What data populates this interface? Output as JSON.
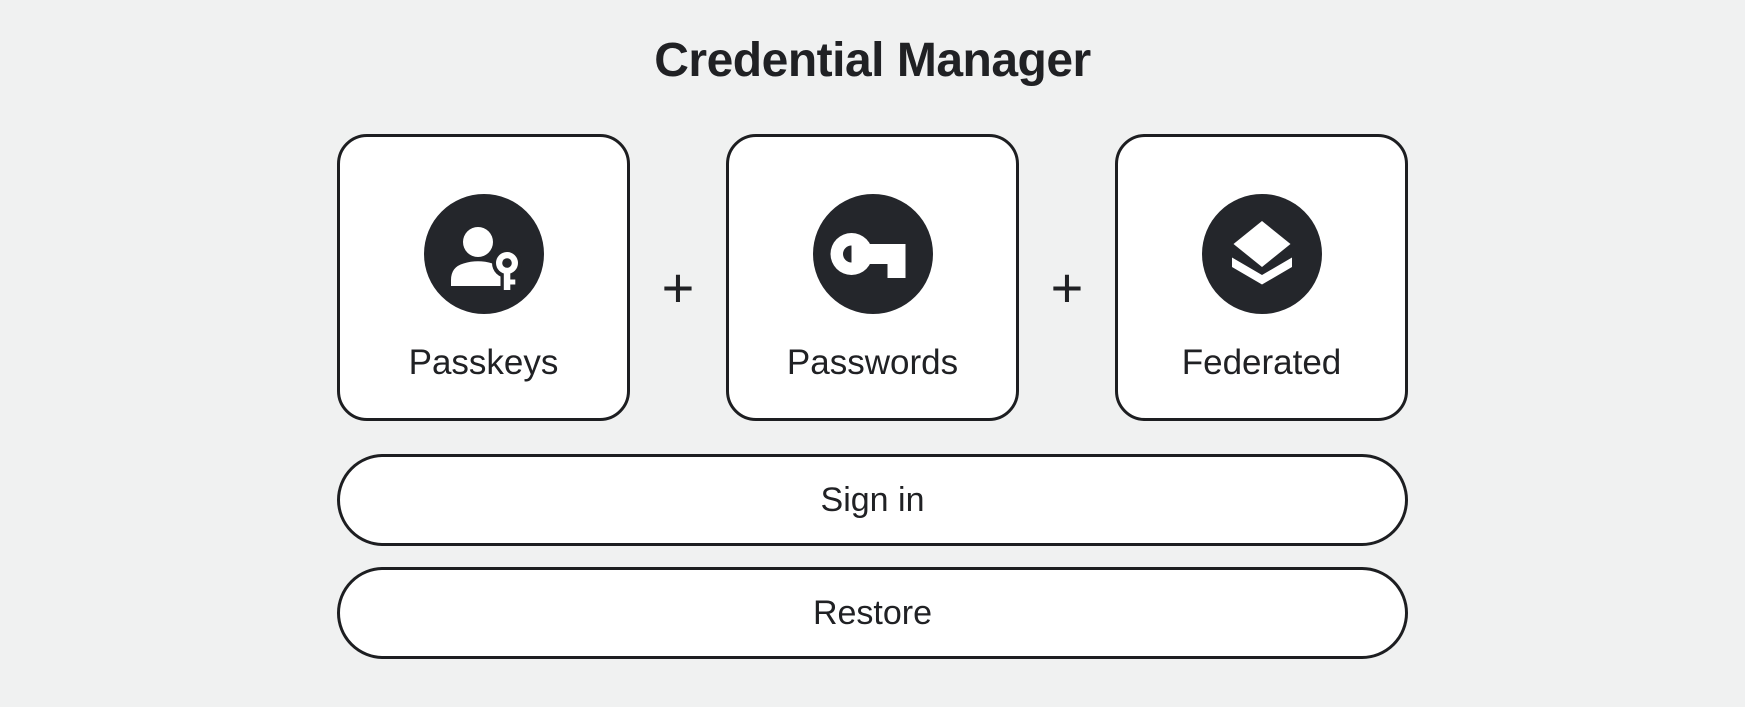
{
  "header": {
    "title": "Credential Manager"
  },
  "colors": {
    "background": "#f0f1f1",
    "foreground": "#202124",
    "surface": "#ffffff",
    "border": "#1d1e21"
  },
  "credential_types": {
    "items": [
      {
        "label": "Passkeys",
        "icon": "passkey-icon"
      },
      {
        "label": "Passwords",
        "icon": "password-key-icon"
      },
      {
        "label": "Federated",
        "icon": "federated-layers-icon"
      }
    ],
    "separator": "+"
  },
  "actions": {
    "sign_in": "Sign in",
    "restore": "Restore"
  }
}
